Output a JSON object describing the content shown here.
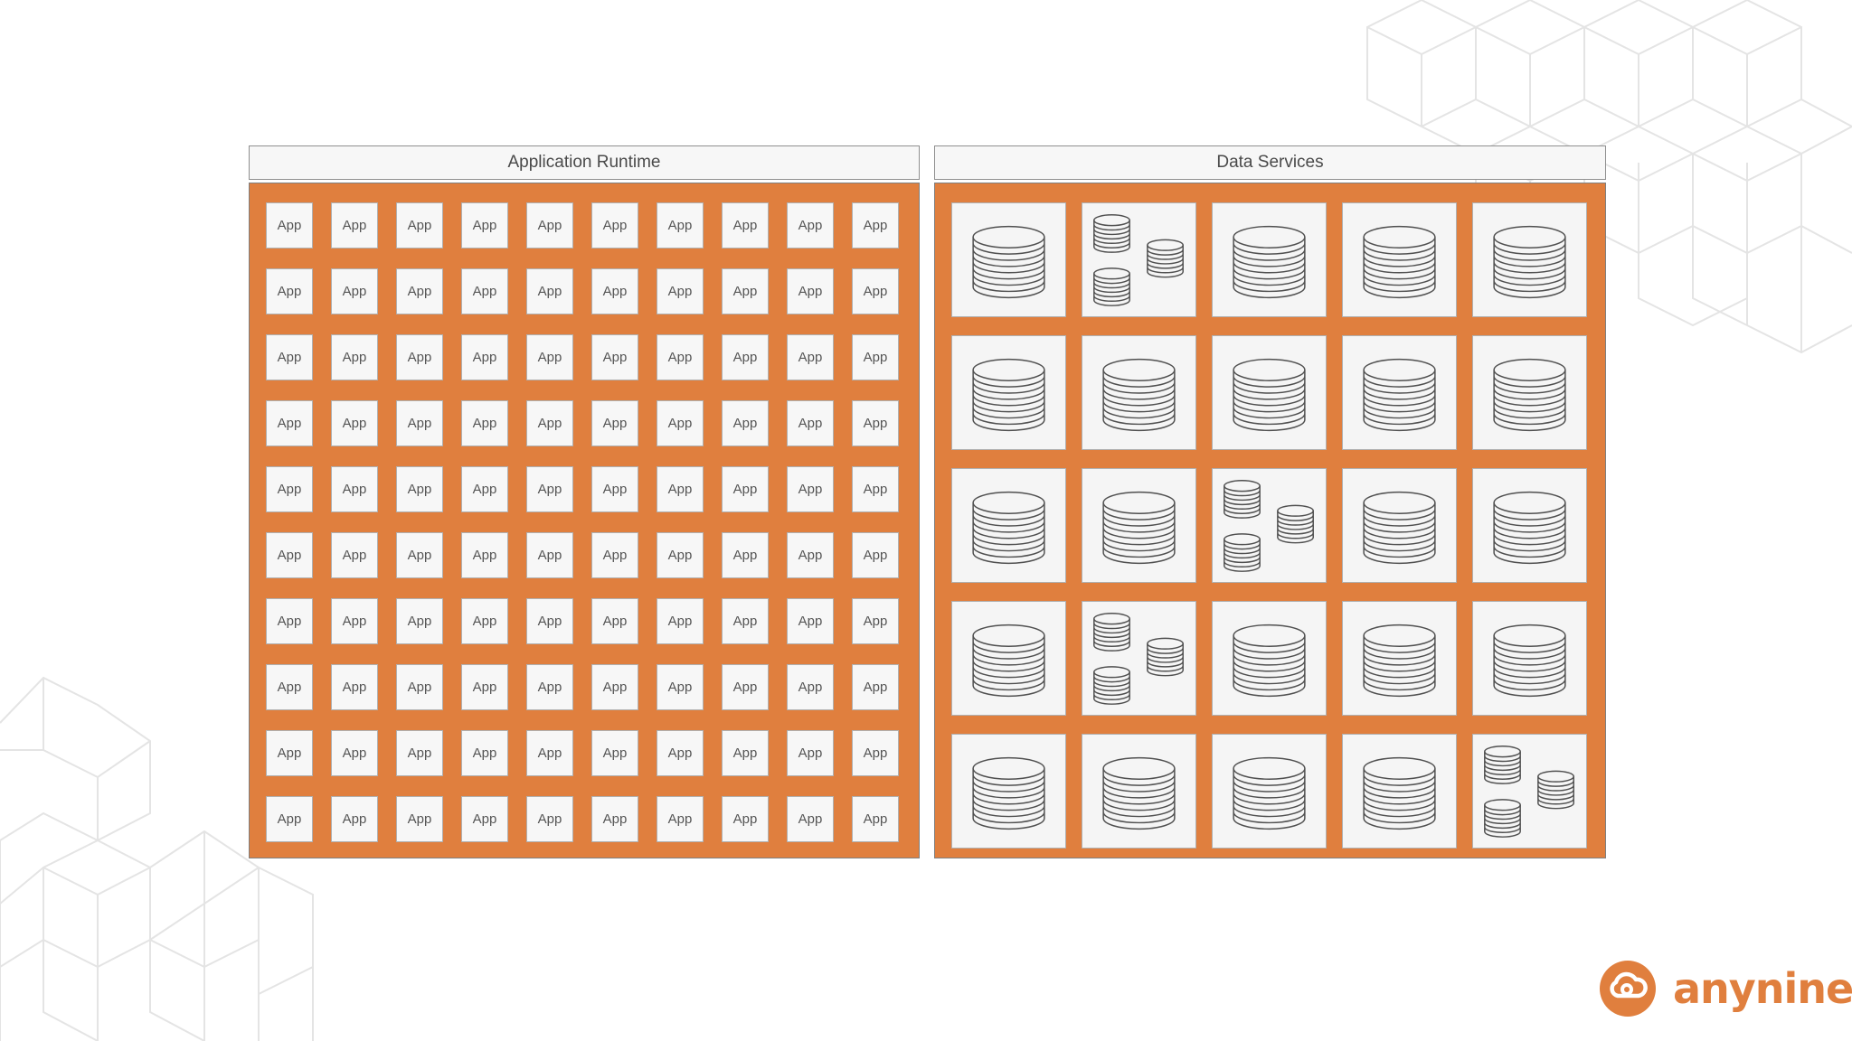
{
  "runtime": {
    "title": "Application Runtime",
    "app_label": "App",
    "rows": 10,
    "cols": 10
  },
  "services": {
    "title": "Data Services",
    "cols": 5,
    "tiles": [
      "single",
      "cluster",
      "single",
      "single",
      "single",
      "single",
      "single",
      "single",
      "single",
      "single",
      "single",
      "single",
      "cluster",
      "single",
      "single",
      "single",
      "cluster",
      "single",
      "single",
      "single",
      "single",
      "single",
      "single",
      "single",
      "cluster"
    ]
  },
  "logo": {
    "text": "anynines",
    "icon": "anynines-cloud-icon",
    "color": "#e07f3e"
  },
  "colors": {
    "accent": "#e07f3e",
    "tile": "#f7f7f7",
    "pattern": "#e4e4e4"
  }
}
